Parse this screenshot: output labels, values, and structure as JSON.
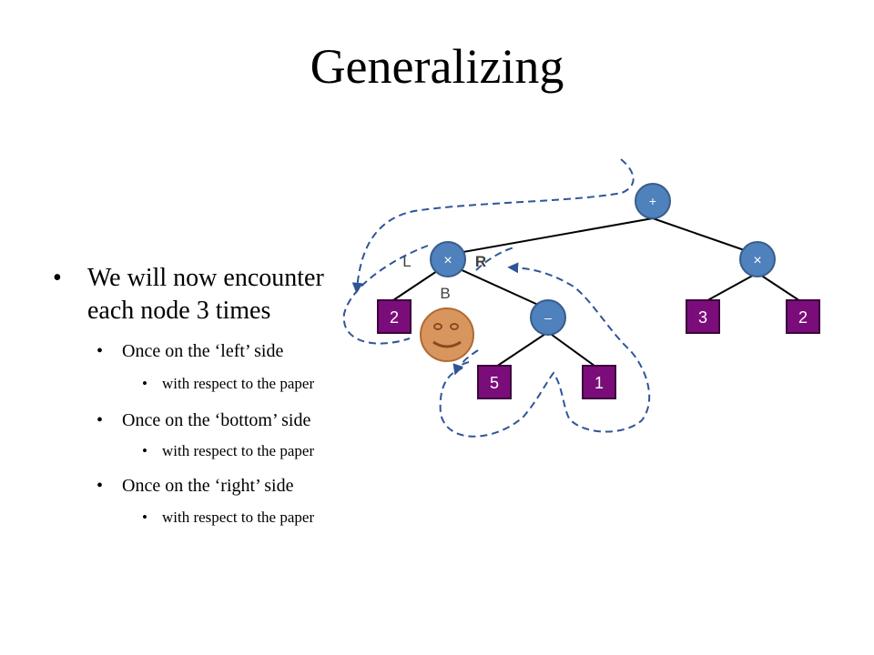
{
  "slide": {
    "title": "Generalizing",
    "bullets": [
      {
        "text": "We will now encounter each node 3 times",
        "sub": [
          {
            "text": "Once on the ‘left’ side",
            "sub": "with respect to the paper"
          },
          {
            "text": "Once on the ‘bottom’ side",
            "sub": "with respect to the paper"
          },
          {
            "text": "Once on the ‘right’ side",
            "sub": "with respect to the paper"
          }
        ]
      }
    ]
  },
  "tree": {
    "root": "+",
    "left_mult": "×",
    "right_mult": "×",
    "minus": "–",
    "leaf_2a": "2",
    "leaf_5": "5",
    "leaf_1": "1",
    "leaf_3": "3",
    "leaf_2b": "2"
  },
  "labels": {
    "left": "L",
    "right": "R",
    "bottom": "B"
  },
  "colors": {
    "operator_node": "#4f81bd",
    "operator_border": "#385d8a",
    "leaf_node": "#7b0d7b",
    "edge": "#000000",
    "path": "#2f5597",
    "face": "#d8965e",
    "face_border": "#b06a34",
    "label": "#404040"
  },
  "icons": [
    "smiley-face-icon",
    "arrow-head-icon",
    "bullet-dot-icon"
  ]
}
